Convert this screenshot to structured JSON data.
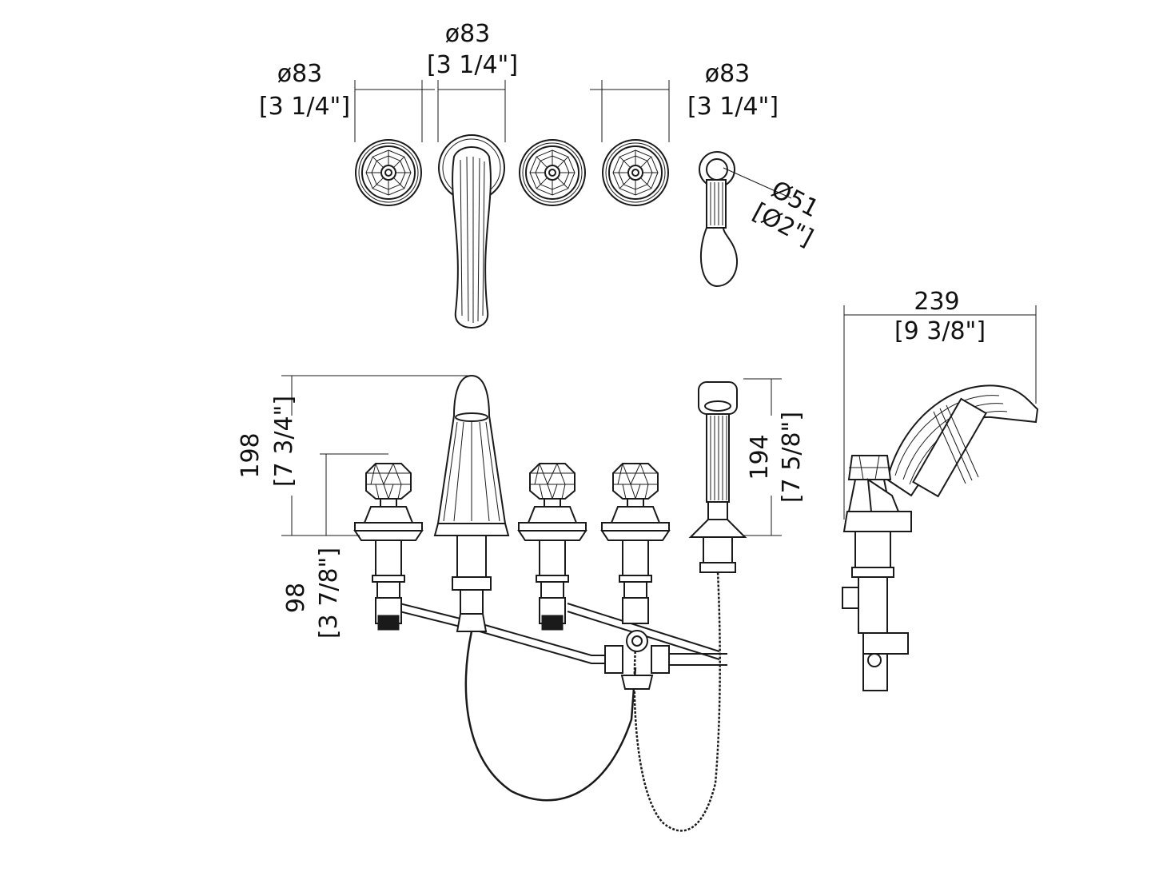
{
  "dimensions": {
    "handle_left_dia": {
      "value": "ø83",
      "imperial": "[3 1/4\"]"
    },
    "spout_dia": {
      "value": "ø83",
      "imperial": "[3 1/4\"]"
    },
    "handle_right_dia": {
      "value": "ø83",
      "imperial": "[3 1/4\"]"
    },
    "handshower_base_dia": {
      "value": "Ø51",
      "imperial": "[Ø2\"]"
    },
    "spout_height": {
      "value": "198",
      "imperial": "[7 3/4\"]"
    },
    "handle_height": {
      "value": "98",
      "imperial": "[3 7/8\"]"
    },
    "handshower_height": {
      "value": "194",
      "imperial": "[7 5/8\"]"
    },
    "spout_reach": {
      "value": "239",
      "imperial": "[9 3/8\"]"
    }
  },
  "colors": {
    "line": "#1a1a1a",
    "background": "#ffffff"
  }
}
